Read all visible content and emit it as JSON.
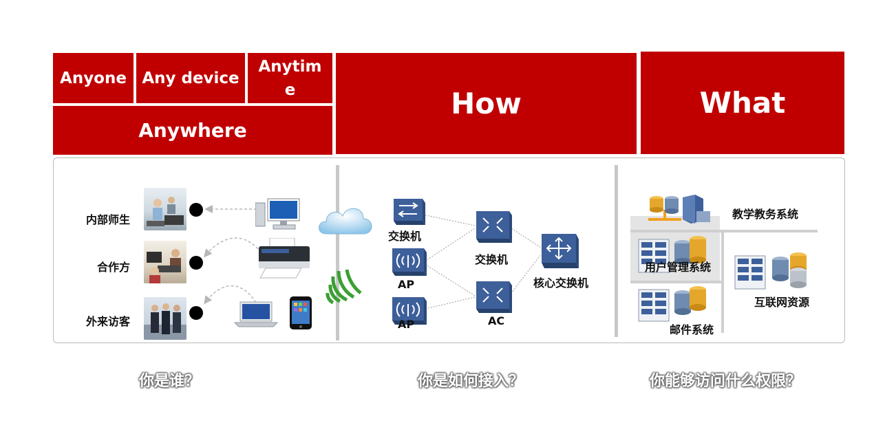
{
  "headers": {
    "anyone": "Anyone",
    "any_device": "Any device",
    "anytime": "Anytim e",
    "anywhere": "Anywhere",
    "how": "How",
    "what": "What"
  },
  "who": {
    "items": [
      "内部师生",
      "合作方",
      "外来访客"
    ]
  },
  "how": {
    "labels": {
      "switch1": "交换机",
      "ap1": "AP",
      "ap2": "AP",
      "switch2": "交换机",
      "ac": "AC",
      "core": "核心交换机"
    }
  },
  "what": {
    "systems": {
      "teaching": "教学教务系统",
      "user_mgmt": "用户管理系统",
      "internet": "互联网资源",
      "mail": "邮件系统"
    }
  },
  "questions": {
    "who": "你是谁？",
    "how": "你是如何接入？",
    "what": "你能够访问什么权限？"
  },
  "colors": {
    "header_red": "#c00000",
    "device_blue": "#3d5f9a",
    "wifi_green": "#3aa033"
  }
}
